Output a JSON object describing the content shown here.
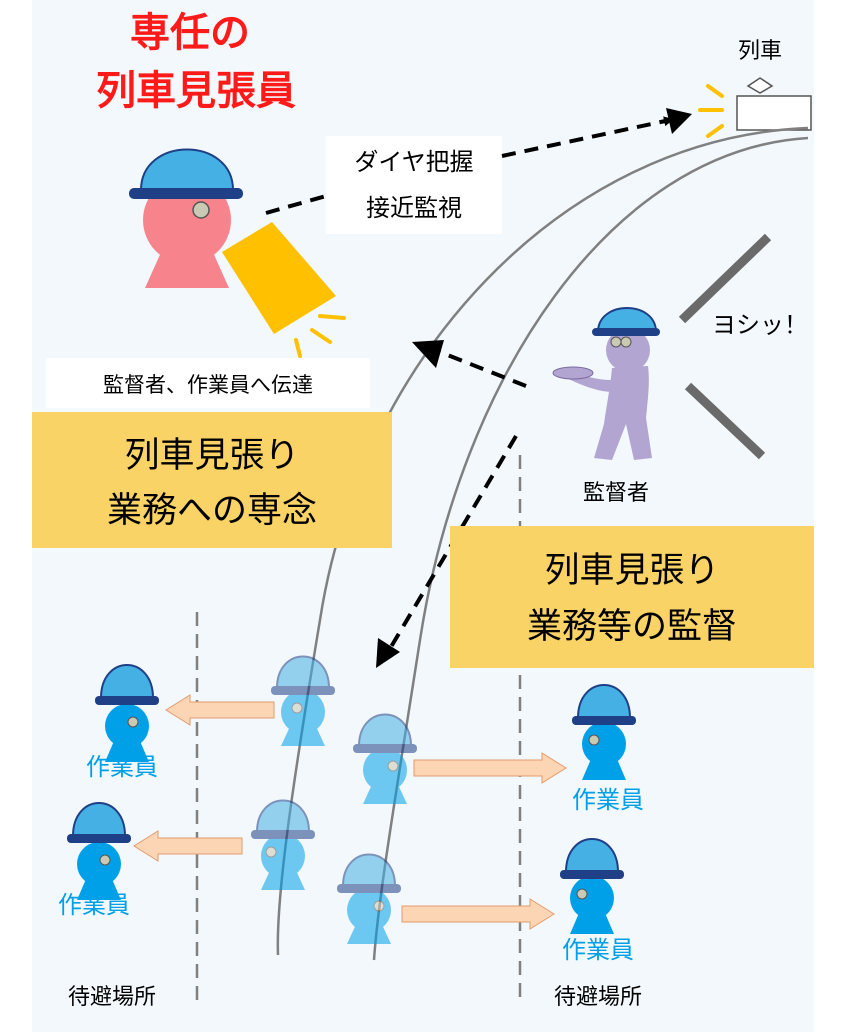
{
  "title": {
    "line1": "専任の",
    "line2": "列車見張員"
  },
  "labels": {
    "train": "列車",
    "speech_line1": "ダイヤ把握",
    "speech_line2": "接近監視",
    "relay": "監督者、作業員へ伝達",
    "yoshi": "ヨシッ！",
    "supervisor": "監督者",
    "worker": "作業員",
    "shelter": "待避場所"
  },
  "boxes": {
    "lookout_duty": {
      "line1": "列車見張り",
      "line2": "業務への専念"
    },
    "supervision": {
      "line1": "列車見張り",
      "line2": "業務等の監督"
    }
  },
  "colors": {
    "title": "#ff1a1a",
    "label_box": "#fad366",
    "worker_label": "#00a0e9",
    "worker_body": "#00a0e9",
    "helmet": "#44b0e4",
    "helmet_brim": "#1f3f86",
    "lookout_body": "#f7848c",
    "flag": "#ffc000",
    "supervisor_body": "#b3a5d1",
    "arrow_fill": "#fcd5b4"
  }
}
